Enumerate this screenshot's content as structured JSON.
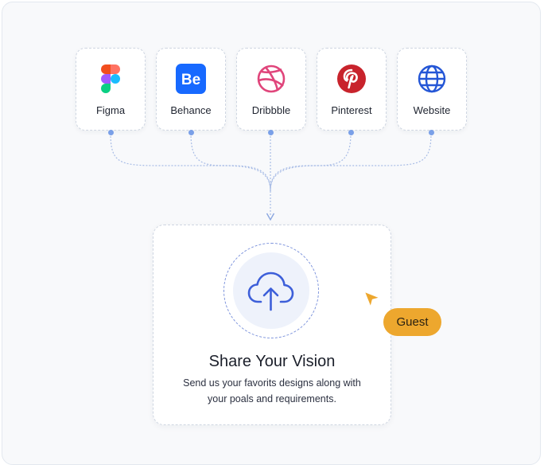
{
  "sources": [
    {
      "label": "Figma",
      "icon": "figma-icon"
    },
    {
      "label": "Behance",
      "icon": "behance-icon"
    },
    {
      "label": "Dribbble",
      "icon": "dribbble-icon"
    },
    {
      "label": "Pinterest",
      "icon": "pinterest-icon"
    },
    {
      "label": "Website",
      "icon": "globe-icon"
    }
  ],
  "upload": {
    "title": "Share Your Vision",
    "description": "Send us your favorits designs along with your poals and requirements.",
    "icon": "cloud-upload-icon"
  },
  "presence": {
    "label": "Guest",
    "color": "#eda72e",
    "icon": "cursor-arrow-icon"
  },
  "colors": {
    "accent": "#3d5fd9",
    "connector": "#a9bde6"
  }
}
